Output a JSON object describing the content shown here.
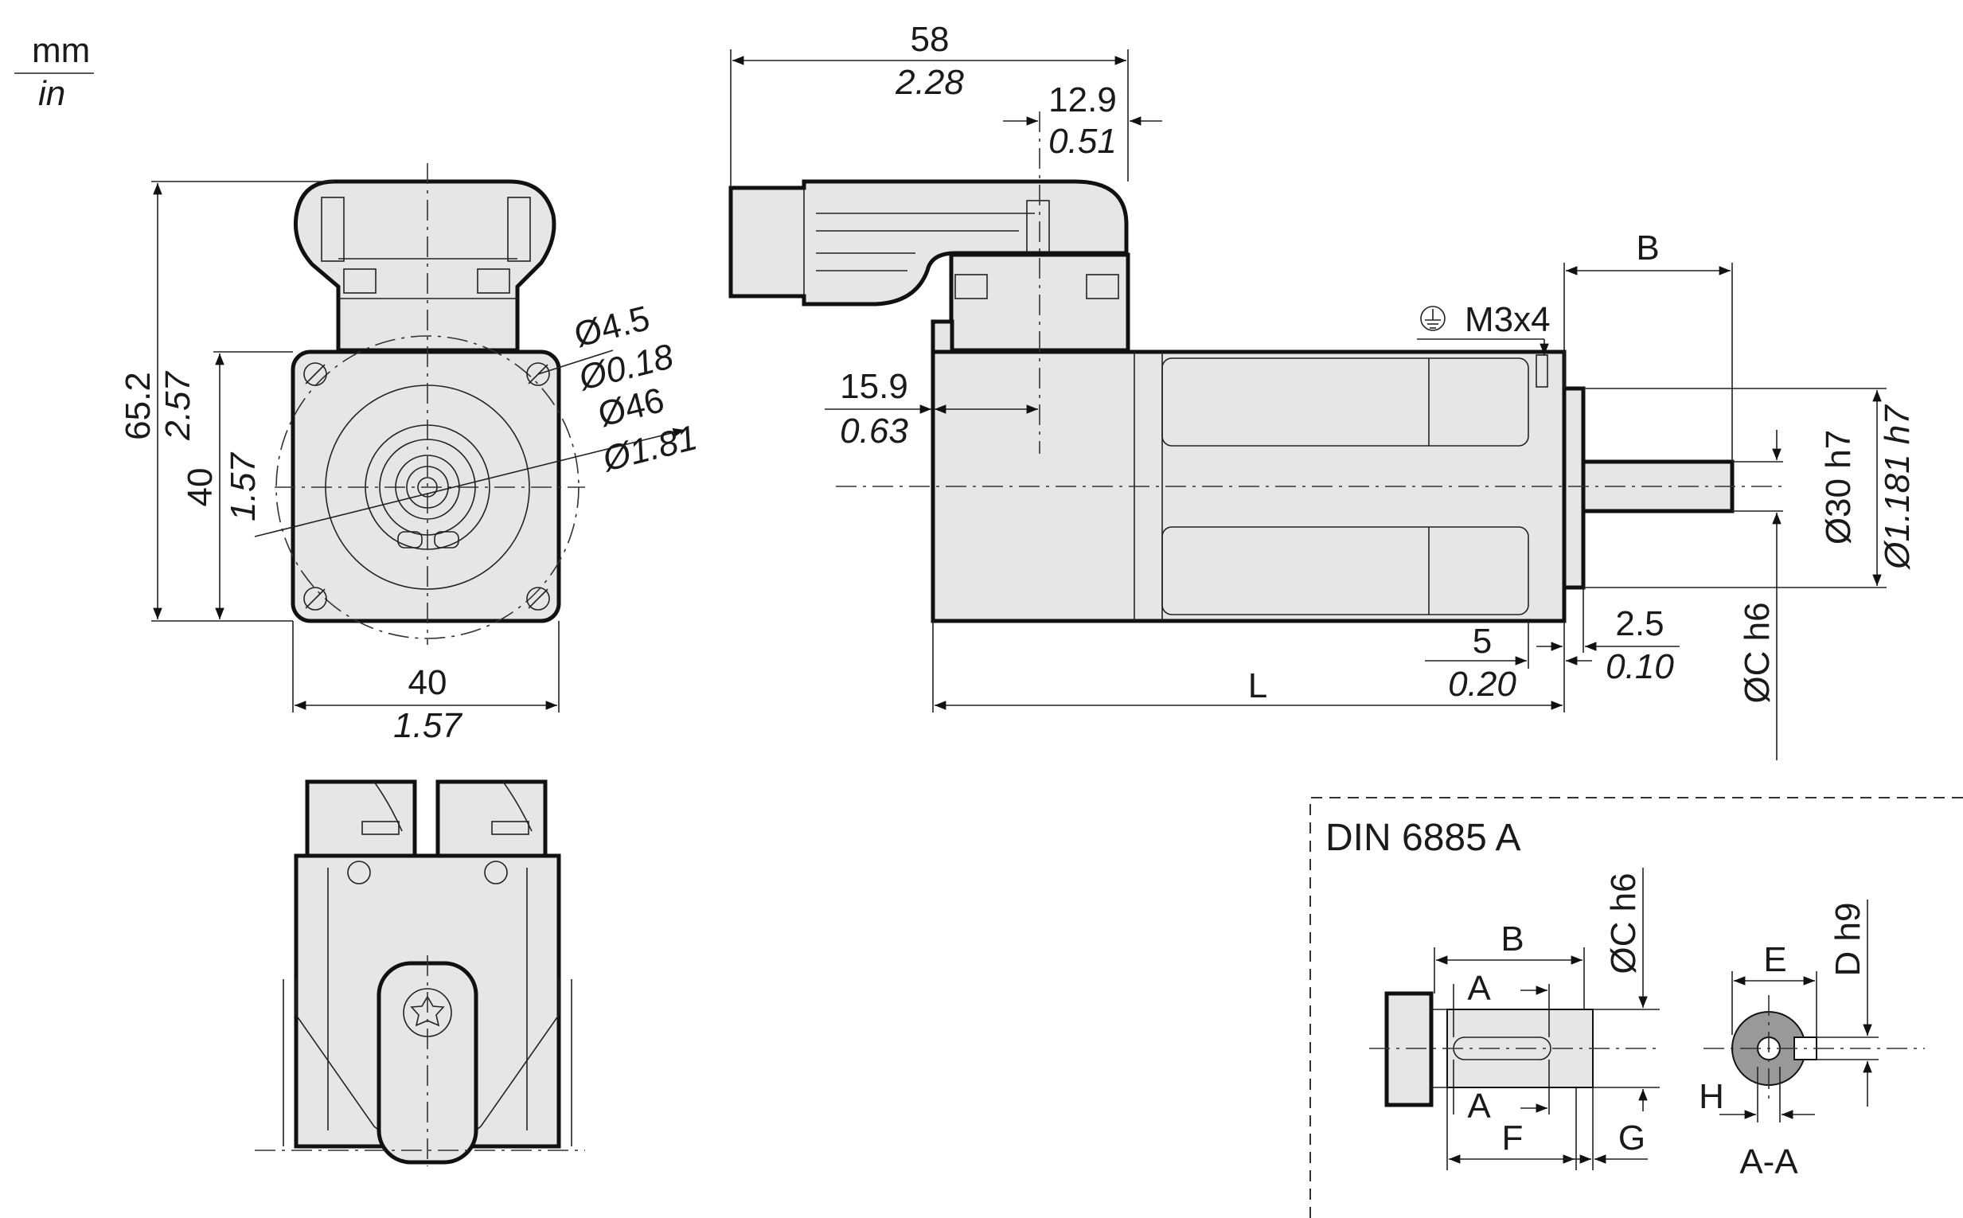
{
  "units": {
    "metric": "mm",
    "imperial": "in"
  },
  "front_view": {
    "height": {
      "mm": "65.2",
      "in": "2.57"
    },
    "flange_height": {
      "mm": "40",
      "in": "1.57"
    },
    "flange_width": {
      "mm": "40",
      "in": "1.57"
    },
    "hole_dia": {
      "mm": "Ø4.5",
      "in": "Ø0.18"
    },
    "pitch_dia": {
      "mm": "Ø46",
      "in": "Ø1.81"
    }
  },
  "side_view": {
    "total_width": {
      "mm": "58",
      "in": "2.28"
    },
    "connector_offset": {
      "mm": "12.9",
      "in": "0.51"
    },
    "connector_pos": {
      "mm": "15.9",
      "in": "0.63"
    },
    "ground_screw": "M3x4",
    "shaft_length_label": "B",
    "length_label": "L",
    "flange_thickness": {
      "mm": "5",
      "in": "0.20"
    },
    "spigot_depth": {
      "mm": "2.5",
      "in": "0.10"
    },
    "centering_dia": {
      "mm": "Ø30 h7",
      "in": "Ø1.181 h7"
    },
    "shaft_dia": "ØC h6"
  },
  "key_detail": {
    "title": "DIN 6885 A",
    "labels": {
      "B": "B",
      "A_top": "A",
      "A_bottom": "A",
      "C": "ØC h6",
      "F": "F",
      "G": "G",
      "E": "E",
      "D": "D h9",
      "H": "H",
      "section": "A-A"
    }
  }
}
